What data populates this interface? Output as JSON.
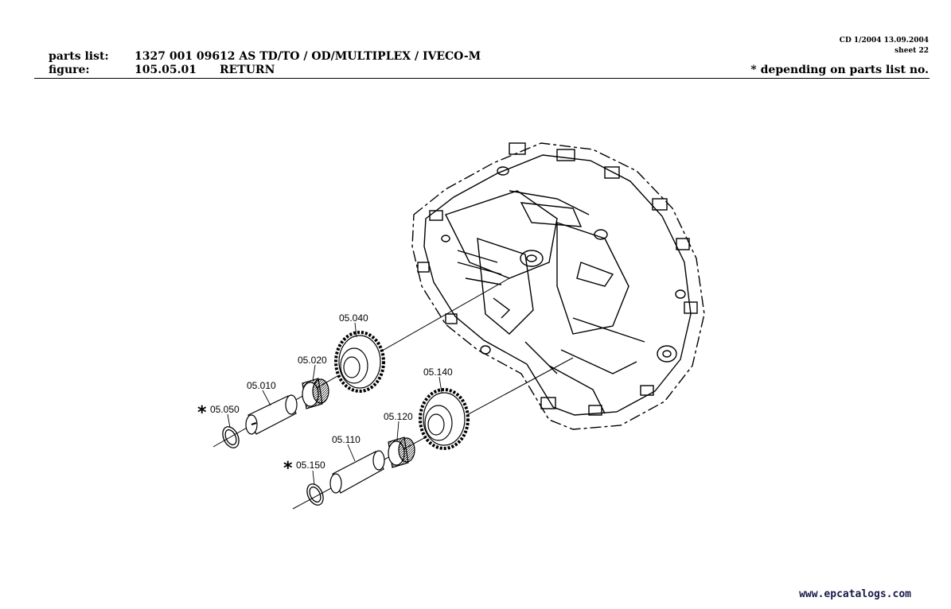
{
  "header": {
    "cd_info": "CD 1/2004 13.09.2004",
    "sheet": "sheet 22",
    "parts_list_label": "parts list:",
    "parts_list_no": "1327 001 096",
    "parts_list_desc": "12 AS TD/TO / OD/MULTIPLEX / IVECO-M",
    "figure_label": "figure:",
    "figure_no": "105.05.01",
    "figure_desc": "RETURN",
    "note": "*  depending on parts list no."
  },
  "callouts": [
    {
      "id": "05.040",
      "star": false
    },
    {
      "id": "05.020",
      "star": false
    },
    {
      "id": "05.010",
      "star": false
    },
    {
      "id": "05.050",
      "star": true
    },
    {
      "id": "05.140",
      "star": false
    },
    {
      "id": "05.120",
      "star": false
    },
    {
      "id": "05.110",
      "star": false
    },
    {
      "id": "05.150",
      "star": true
    }
  ],
  "footer": {
    "watermark": "www.epcatalogs.com"
  }
}
